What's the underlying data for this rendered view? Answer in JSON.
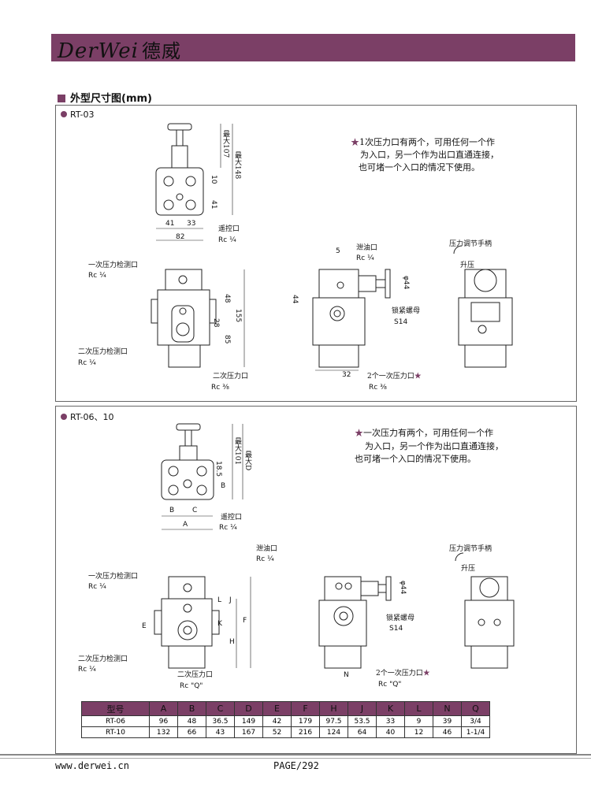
{
  "header": {
    "brand": "DerWei",
    "brand_cn": "德威"
  },
  "section_title": "外型尺寸图(mm)",
  "rt03": {
    "model": "RT-03",
    "note_star": "★",
    "note": [
      "1次压力口有两个，可用任何一个作",
      "为入口，另一个作为出口直通连接，",
      "也可堵一个入口的情况下使用。"
    ],
    "dims": {
      "max107": "最大107",
      "max148": "最大148",
      "d10": "10",
      "d41v": "41",
      "d41": "41",
      "d33": "33",
      "d82": "82",
      "d48": "48",
      "d28": "28",
      "d155": "155",
      "d85": "85",
      "d5": "5",
      "d44": "44",
      "phi44": "φ44",
      "d32": "32"
    },
    "labels": {
      "remote": "遥控口",
      "remote_rc": "Rc ¼",
      "p1_check": "一次压力检测口",
      "p1_check_rc": "Rc ¼",
      "p2_check": "二次压力检测口",
      "p2_check_rc": "Rc ¼",
      "p2_port": "二次压力口",
      "p2_port_rc": "Rc ⅜",
      "drain": "泄油口",
      "drain_rc": "Rc ¼",
      "lock_nut": "锁紧螺母",
      "lock_nut_size": "S14",
      "p1_ports": "2个一次压力口",
      "p1_ports_rc": "Rc ⅜",
      "handle": "压力调节手柄",
      "raise": "升压"
    }
  },
  "rt06": {
    "model": "RT-06、10",
    "note_star": "★",
    "note": [
      "一次压力有两个，可用任何一个作",
      "为入口，另一个作为出口直通连接，",
      "也可堵一个入口的情况下使用。"
    ],
    "dims": {
      "max101": "最大101",
      "maxD": "最大D",
      "d185": "18.5",
      "B_v": "B",
      "B": "B",
      "C": "C",
      "A": "A",
      "phi44": "φ44",
      "J": "J",
      "L": "L",
      "K": "K",
      "E": "E",
      "H": "H",
      "F": "F",
      "N": "N"
    },
    "labels": {
      "remote": "遥控口",
      "remote_rc": "Rc ¼",
      "drain": "泄油口",
      "drain_rc": "Rc ¼",
      "p1_check": "一次压力检测口",
      "p1_check_rc": "Rc ¼",
      "lock_nut": "锁紧螺母",
      "lock_nut_size": "S14",
      "p2_check": "二次压力检测口",
      "p2_check_rc": "Rc ¼",
      "p2_port": "二次压力口",
      "p2_port_rc": "Rc \"Q\"",
      "p1_ports": "2个一次压力口",
      "p1_ports_rc": "Rc \"Q\"",
      "handle": "压力调节手柄",
      "raise": "升压"
    }
  },
  "table": {
    "headers": [
      "型号",
      "A",
      "B",
      "C",
      "D",
      "E",
      "F",
      "H",
      "J",
      "K",
      "L",
      "N",
      "Q"
    ],
    "rows": [
      [
        "RT-06",
        "96",
        "48",
        "36.5",
        "149",
        "42",
        "179",
        "97.5",
        "53.5",
        "33",
        "9",
        "39",
        "3/4"
      ],
      [
        "RT-10",
        "132",
        "66",
        "43",
        "167",
        "52",
        "216",
        "124",
        "64",
        "40",
        "12",
        "46",
        "1-1/4"
      ]
    ]
  },
  "footer": {
    "website": "www.derwei.cn",
    "page": "PAGE/292"
  }
}
